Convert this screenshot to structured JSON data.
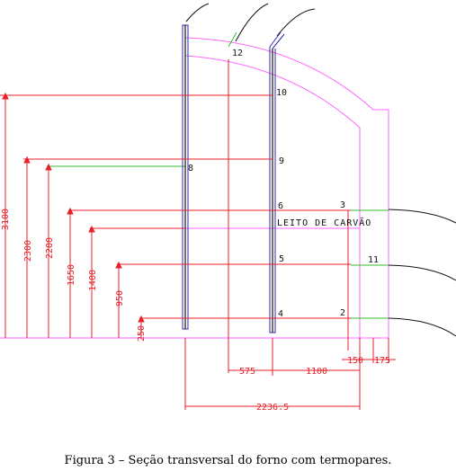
{
  "caption": "Figura 3 – Seção transversal do forno com termopares.",
  "bed_label": "LEITO DE CARVÃO",
  "thermocouples": [
    {
      "id": "12"
    },
    {
      "id": "10"
    },
    {
      "id": "9"
    },
    {
      "id": "8"
    },
    {
      "id": "6"
    },
    {
      "id": "3"
    },
    {
      "id": "5"
    },
    {
      "id": "11"
    },
    {
      "id": "4"
    },
    {
      "id": "2"
    }
  ],
  "vertical_dimensions": [
    "3100",
    "2300",
    "2200",
    "1650",
    "1400",
    "950",
    "250"
  ],
  "horizontal_dimensions": [
    "575",
    "1100",
    "150",
    "175",
    "2236.5"
  ],
  "colors": {
    "dimension": "#e8202a",
    "wall": "#ff66ff",
    "probe": "#2a2ab0",
    "pipe": "#111111",
    "green_line": "#33bb33",
    "text": "#111111"
  }
}
